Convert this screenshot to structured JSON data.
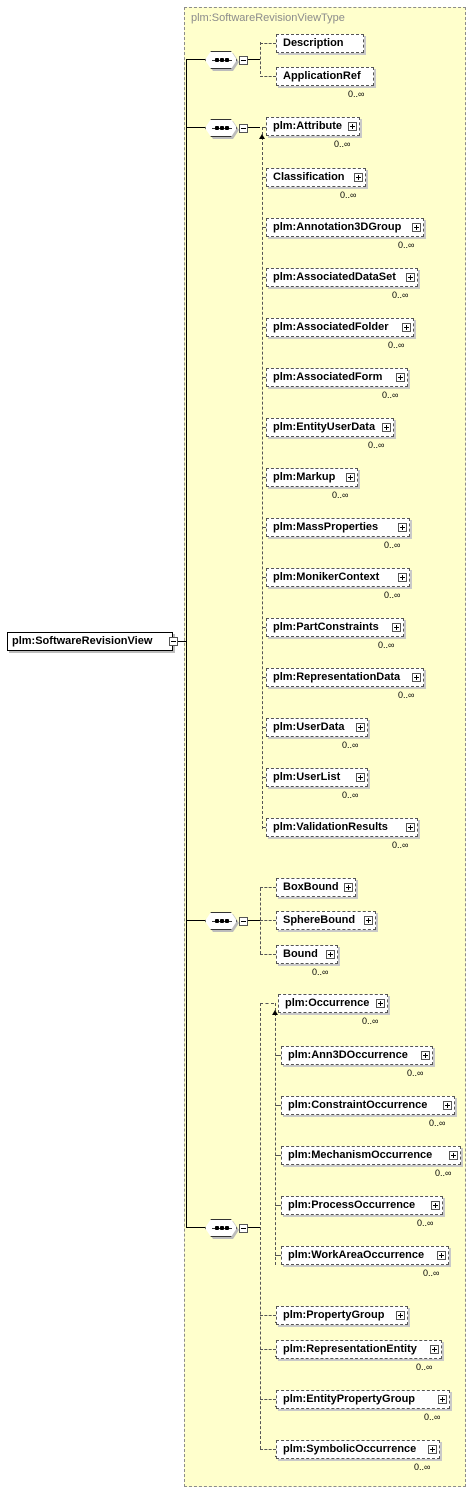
{
  "type_title": "plm:SoftwareRevisionViewType",
  "root": "plm:SoftwareRevisionView",
  "groups": [
    {
      "elements": [
        {
          "name": "Description",
          "occ": "",
          "expandable": false
        },
        {
          "name": "ApplicationRef",
          "occ": "0..∞",
          "expandable": false
        }
      ]
    },
    {
      "head": {
        "name": "plm:Attribute",
        "occ": "0..∞"
      },
      "elements": [
        {
          "name": "Classification",
          "occ": "0..∞"
        },
        {
          "name": "plm:Annotation3DGroup",
          "occ": "0..∞"
        },
        {
          "name": "plm:AssociatedDataSet",
          "occ": "0..∞"
        },
        {
          "name": "plm:AssociatedFolder",
          "occ": "0..∞"
        },
        {
          "name": "plm:AssociatedForm",
          "occ": "0..∞"
        },
        {
          "name": "plm:EntityUserData",
          "occ": "0..∞"
        },
        {
          "name": "plm:Markup",
          "occ": "0..∞"
        },
        {
          "name": "plm:MassProperties",
          "occ": "0..∞"
        },
        {
          "name": "plm:MonikerContext",
          "occ": "0..∞"
        },
        {
          "name": "plm:PartConstraints",
          "occ": "0..∞"
        },
        {
          "name": "plm:RepresentationData",
          "occ": "0..∞"
        },
        {
          "name": "plm:UserData",
          "occ": "0..∞"
        },
        {
          "name": "plm:UserList",
          "occ": "0..∞"
        },
        {
          "name": "plm:ValidationResults",
          "occ": "0..∞"
        }
      ]
    },
    {
      "elements": [
        {
          "name": "BoxBound",
          "occ": ""
        },
        {
          "name": "SphereBound",
          "occ": ""
        },
        {
          "name": "Bound",
          "occ": "0..∞"
        }
      ]
    },
    {
      "head": {
        "name": "plm:Occurrence",
        "occ": "0..∞"
      },
      "elements": [
        {
          "name": "plm:Ann3DOccurrence",
          "occ": "0..∞"
        },
        {
          "name": "plm:ConstraintOccurrence",
          "occ": "0..∞"
        },
        {
          "name": "plm:MechanismOccurrence",
          "occ": "0..∞"
        },
        {
          "name": "plm:ProcessOccurrence",
          "occ": "0..∞"
        },
        {
          "name": "plm:WorkAreaOccurrence",
          "occ": "0..∞"
        }
      ],
      "tail": [
        {
          "name": "plm:PropertyGroup",
          "occ": ""
        },
        {
          "name": "plm:RepresentationEntity",
          "occ": "0..∞"
        },
        {
          "name": "plm:EntityPropertyGroup",
          "occ": "0..∞"
        },
        {
          "name": "plm:SymbolicOccurrence",
          "occ": "0..∞"
        }
      ]
    }
  ]
}
